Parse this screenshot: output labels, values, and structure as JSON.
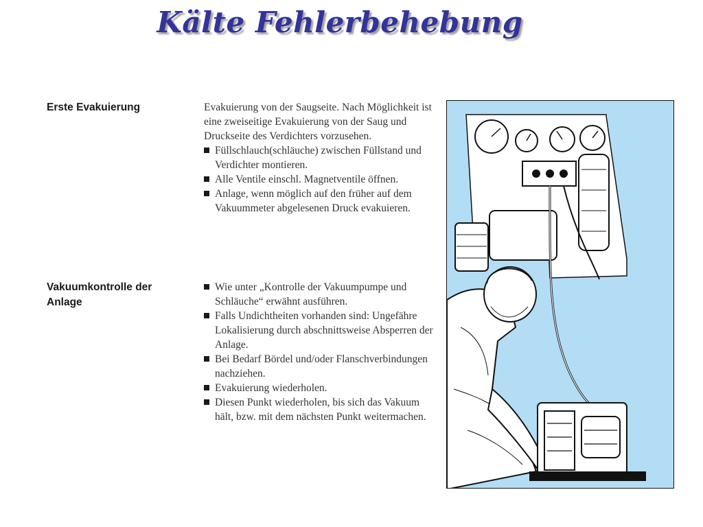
{
  "title": "Kälte Fehlerbehebung",
  "sections": [
    {
      "label": "Erste Evakuierung",
      "intro": "Evakuierung von der Saugseite. Nach Möglichkeit ist eine zweiseitige Evakuierung von der Saug und Druckseite des Verdichters vorzusehen.",
      "bullets": [
        "Füllschlauch(schläuche) zwischen Füllstand und Verdichter montieren.",
        "Alle Ventile einschl. Magnetventile öffnen.",
        "Anlage, wenn möglich auf den früher auf dem Vakuummeter abgelesenen Druck evakuieren."
      ]
    },
    {
      "label": "Vakuumkontrolle der Anlage",
      "bullets": [
        "Wie unter „Kontrolle der Vakuumpumpe und Schläuche“ erwähnt ausführen.",
        "Falls Undichtheiten vorhanden sind: Ungefähre Lokalisierung durch abschnittsweise Absperren der Anlage.",
        "Bei Bedarf Bördel und/oder Flanschverbindungen nachziehen.",
        "Evakuierung wiederholen.",
        "Diesen Punkt wiederholen, bis sich das Vakuum hält, bzw. mit dem nächsten Punkt weitermachen."
      ]
    }
  ],
  "colors": {
    "title": "#33339a",
    "illustration_background": "#b3ddf5"
  }
}
